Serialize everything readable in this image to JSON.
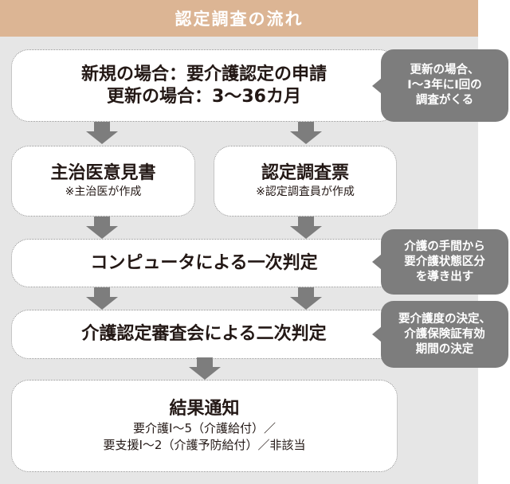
{
  "header": {
    "title": "認定調査の流れ"
  },
  "colors": {
    "header_bg": "#dcb594",
    "panel_bg": "#e6e6e6",
    "arrow": "#7d7d7d",
    "callout_bg": "#7d7d7d"
  },
  "steps": {
    "application": {
      "line1": "新規の場合：要介護認定の申請",
      "line2": "更新の場合：3〜36カ月"
    },
    "doctor_opinion": {
      "title": "主治医意見書",
      "note": "※主治医が作成"
    },
    "survey_form": {
      "title": "認定調査票",
      "note": "※認定調査員が作成"
    },
    "primary_judgment": {
      "title": "コンピュータによる一次判定"
    },
    "secondary_judgment": {
      "title": "介護認定審査会による二次判定"
    },
    "result": {
      "title": "結果通知",
      "line1": "要介護Ⅰ〜5（介護給付）／",
      "line2": "要支援Ⅰ〜2（介護予防給付）／非該当"
    }
  },
  "callouts": [
    {
      "lines": [
        "更新の場合、",
        "Ⅰ〜3年にⅠ回の",
        "調査がくる"
      ]
    },
    {
      "lines": [
        "介護の手間から",
        "要介護状態区分",
        "を導き出す"
      ]
    },
    {
      "lines": [
        "要介護度の決定、",
        "介護保険証有効",
        "期間の決定"
      ]
    }
  ]
}
